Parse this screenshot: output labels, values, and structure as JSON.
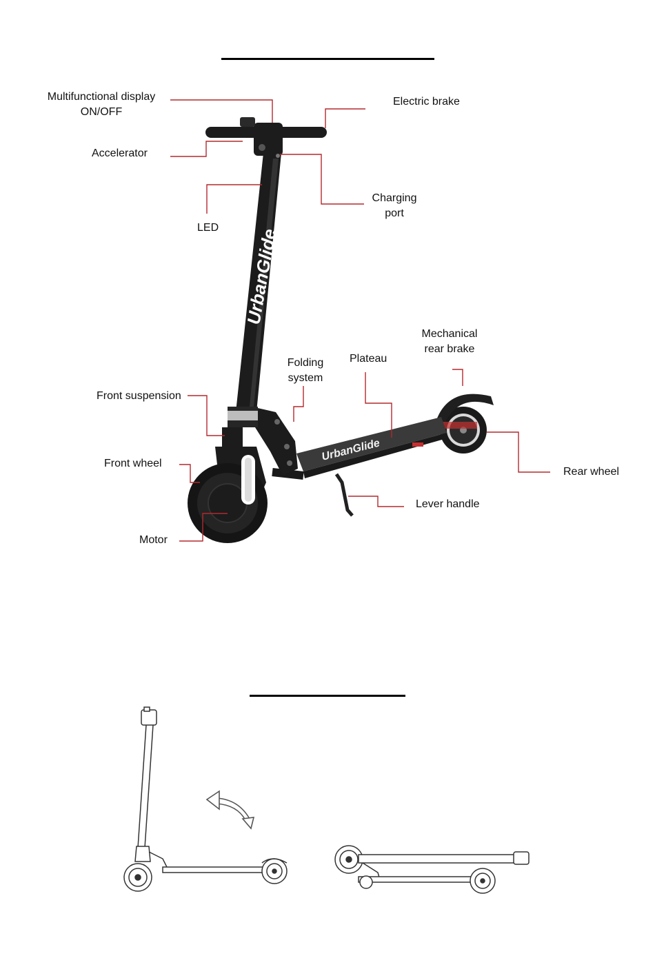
{
  "diagram": {
    "brand": "UrbanGlide",
    "labels": {
      "display": "Multifunctional display",
      "display_sub": "ON/OFF",
      "electric_brake": "Electric brake",
      "accelerator": "Accelerator",
      "charging": "Charging",
      "charging_sub": "port",
      "led": "LED",
      "folding": "Folding",
      "folding_sub": "system",
      "plateau": "Plateau",
      "mech_brake": "Mechanical",
      "mech_brake_sub": "rear brake",
      "front_suspension": "Front suspension",
      "front_wheel": "Front wheel",
      "rear_wheel": "Rear wheel",
      "lever_handle": "Lever handle",
      "motor": "Motor"
    },
    "colors": {
      "leader": "#b3282d",
      "body": "#1c1c1c",
      "deck": "#3a3a3a"
    }
  },
  "folding": {
    "arrow_icon": "rotate-arrow-icon"
  }
}
